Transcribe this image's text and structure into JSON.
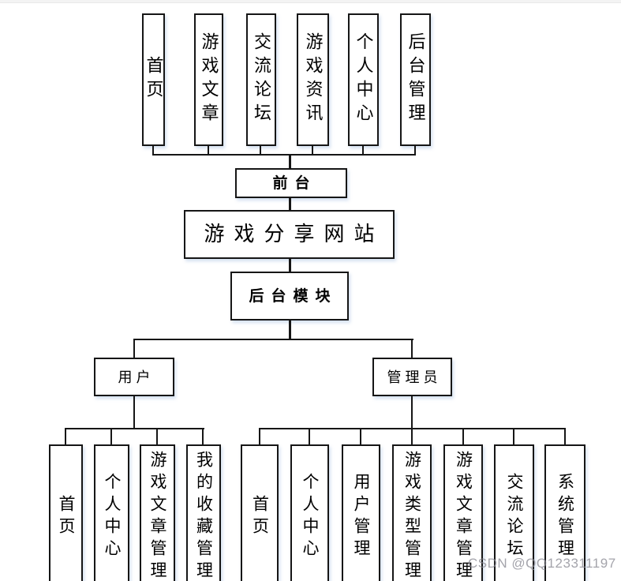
{
  "diagram": {
    "root_label": "游戏分享网站",
    "front_label": "前台",
    "back_label": "后台模块",
    "front_modules": [
      "首页",
      "游戏文章",
      "交流论坛",
      "游戏资讯",
      "个人中心",
      "后台管理"
    ],
    "user_label": "用户",
    "admin_label": "管理员",
    "user_modules": [
      "首页",
      "个人中心",
      "游戏文章管理",
      "我的收藏管理"
    ],
    "admin_modules": [
      "首页",
      "个人中心",
      "用户管理",
      "游戏类型管理",
      "游戏文章管理",
      "交流论坛",
      "系统管理"
    ]
  },
  "watermark": {
    "text": "CSDN @QQ123311197"
  },
  "colors": {
    "line": "#161616",
    "box_border": "#161616",
    "background": "#ffffff",
    "watermark": "#8a8a94"
  }
}
